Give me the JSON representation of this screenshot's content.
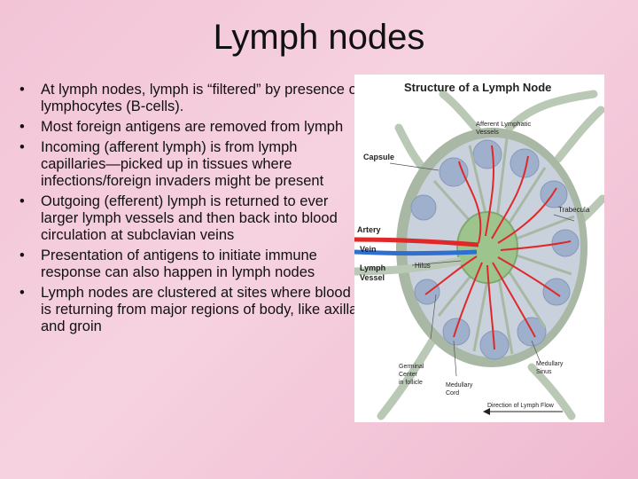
{
  "slide": {
    "title": "Lymph nodes",
    "bullets": [
      "At lymph nodes, lymph is “filtered” by presence of lymphocytes (B-cells).",
      "Most foreign antigens are removed from lymph",
      "Incoming (afferent lymph) is from lymph capillaries—picked up in tissues where infections/foreign  invaders might be present",
      "Outgoing (efferent) lymph is returned to ever larger lymph vessels and then back into blood circulation at subclavian veins",
      "Presentation of antigens to initiate immune response can also happen in lymph nodes",
      "Lymph nodes are clustered at sites where blood is returning from major regions of body, like axilla and groin"
    ]
  },
  "figure": {
    "title": "Structure of a Lymph Node",
    "labels": {
      "afferent_1": "Afferent Lymphatic",
      "afferent_2": "Vessels",
      "capsule": "Capsule",
      "trabecula": "Trabecula",
      "artery": "Artery",
      "vein": "Vein",
      "lymph_1": "Lymph",
      "lymph_2": "Vessel",
      "hilus": "Hilus",
      "germinal_1": "Germinal",
      "germinal_2": "Center",
      "germinal_3": "in follicle",
      "medullary_cord_1": "Medullary",
      "medullary_cord_2": "Cord",
      "medullary_sinus_1": "Medullary",
      "medullary_sinus_2": "Sinus",
      "direction": "Direction of Lymph Flow"
    },
    "colors": {
      "capsule": "#a8b8a4",
      "cortex": "#c9d2dc",
      "follicle": "#9fb0cc",
      "medulla": "#9ec48e",
      "artery": "#e0282a",
      "vein": "#2f6fd0",
      "lymph_vessel": "#b9c9b5"
    }
  }
}
